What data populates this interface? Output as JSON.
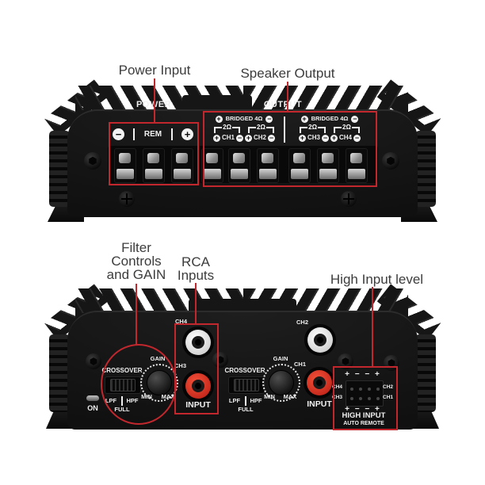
{
  "annotations": {
    "power_input": "Power Input",
    "speaker_output": "Speaker Output",
    "filter_line1": "Filter",
    "filter_line2": "Controls",
    "filter_line3": "and GAIN",
    "rca_line1": "RCA",
    "rca_line2": "Inputs",
    "high_input": "High Input level"
  },
  "icons": {
    "plus": "+",
    "minus": "−"
  },
  "top_panel": {
    "power_label": "POWER",
    "output_label": "OUTPUT",
    "power_rem": "REM",
    "groups": [
      {
        "bridged": "BRIDGED 4Ω",
        "ohm_left": "2Ω",
        "ohm_right": "2Ω",
        "ch_left": "CH1",
        "ch_right": "CH2"
      },
      {
        "bridged": "BRIDGED 4Ω",
        "ohm_left": "2Ω",
        "ohm_right": "2Ω",
        "ch_left": "CH3",
        "ch_right": "CH4"
      }
    ]
  },
  "bottom_panel": {
    "on_label": "ON",
    "filters": [
      {
        "crossover": "CROSSOVER",
        "lpf": "LPF",
        "hpf": "HPF",
        "full": "FULL",
        "gain": "GAIN",
        "min": "MIN",
        "max": "MAX"
      },
      {
        "crossover": "CROSSOVER",
        "lpf": "LPF",
        "hpf": "HPF",
        "full": "FULL",
        "gain": "GAIN",
        "min": "MIN",
        "max": "MAX"
      }
    ],
    "rca": [
      {
        "top_ch": "CH4",
        "bottom_ch": "CH3",
        "input": "INPUT"
      },
      {
        "top_ch": "CH2",
        "bottom_ch": "CH1",
        "input": "INPUT"
      }
    ],
    "high_input": {
      "polarity_top": "+ − − +",
      "ch_tl": "CH4",
      "ch_tr": "CH2",
      "ch_bl": "CH3",
      "ch_br": "CH1",
      "polarity_bottom": "+ − − +",
      "title": "HIGH INPUT",
      "subtitle": "AUTO REMOTE"
    }
  },
  "colors": {
    "annotation_red": "#c1272d",
    "chassis_black": "#141414",
    "rca_red": "#d8281c",
    "rca_white": "#f2f2f2",
    "panel_text": "#f1f1f1"
  }
}
